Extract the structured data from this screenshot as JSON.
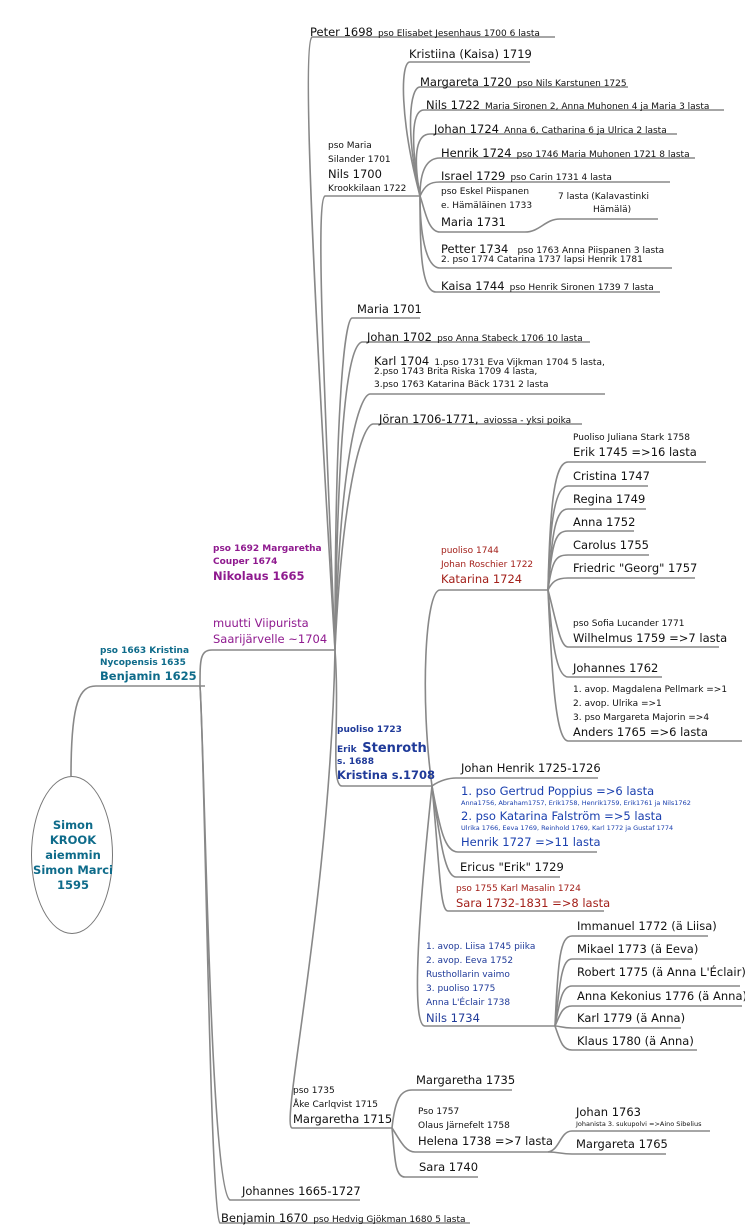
{
  "root": {
    "line1": "Simon",
    "line2": "KROOK",
    "line3": "aiemmin",
    "line4": "Simon Marci",
    "line5": "1595"
  },
  "benjamin": {
    "spouse1": "pso 1663 Kristina",
    "spouse2": "Nycopensis 1635",
    "name": "Benjamin 1625"
  },
  "nikolaus": {
    "spouse1": "pso 1692 Margaretha",
    "spouse2": "Couper 1674",
    "name": "Nikolaus 1665",
    "moved1": "muutti Viipurista",
    "moved2": "Saarijärvelle ~1704"
  },
  "peter": {
    "name": "Peter 1698",
    "note": "pso Elisabet Jesenhaus 1700 6 lasta"
  },
  "nils1700": {
    "spouse1": "pso Maria",
    "spouse2": "Silander 1701",
    "name": "Nils 1700",
    "place": "Krookkilaan 1722",
    "children": {
      "c1": "Kristiina (Kaisa) 1719",
      "c2_name": "Margareta 1720",
      "c2_note": "pso Nils Karstunen 1725",
      "c3_name": "Nils 1722",
      "c3_note": "Maria Sironen 2, Anna Muhonen 4 ja Maria 3 lasta",
      "c4_name": "Johan 1724",
      "c4_note": "Anna 6, Catharina 6 ja Ulrica 2 lasta",
      "c5_name": "Henrik 1724",
      "c5_note": "pso 1746 Maria Muhonen 1721 8 lasta",
      "c6_name": "Israel 1729",
      "c6_note": "pso Carin 1731 4 lasta",
      "c7_sp1": "pso Eskel Piispanen",
      "c7_sp2": "e. Hämäläinen 1733",
      "c7_name": "Maria 1731",
      "c7_kids1": "7 lasta (Kalavastinki",
      "c7_kids2": "Hämälä)",
      "c8_name": "Petter 1734",
      "c8_note1": "pso 1763 Anna Piispanen 3 lasta",
      "c8_note2": "2. pso 1774 Catarina 1737 lapsi Henrik 1781",
      "c9_name": "Kaisa 1744",
      "c9_note": "pso Henrik Sironen 1739 7 lasta"
    }
  },
  "maria1701": "Maria 1701",
  "johan1702": {
    "name": "Johan 1702",
    "note": "pso Anna Stabeck 1706 10 lasta"
  },
  "karl1704": {
    "name": "Karl 1704",
    "note1": "1.pso 1731 Eva Vijkman 1704 5 lasta,",
    "note2": "2.pso 1743 Brita Riska 1709 4 lasta,",
    "note3": "3.pso 1763 Katarina Bäck 1731 2 lasta"
  },
  "joran": {
    "name": "Jöran 1706-1771,",
    "note": "aviossa - yksi poika"
  },
  "kristina1708": {
    "sp1": "puoliso 1723",
    "sp2a": "Erik",
    "sp2b": "Stenroth",
    "sp3": "s. 1688",
    "name": "Kristina s.1708"
  },
  "katarina1724": {
    "sp1": "puoliso 1744",
    "sp2": "Johan Roschier 1722",
    "name": "Katarina 1724",
    "children": {
      "erik_sp": "Puoliso Juliana Stark 1758",
      "erik": "Erik 1745 =>16 lasta",
      "cristina": "Cristina 1747",
      "regina": "Regina 1749",
      "anna": "Anna 1752",
      "carolus": "Carolus 1755",
      "friedric": "Friedric \"Georg\" 1757",
      "wilhelmus_sp": "pso Sofia Lucander 1771",
      "wilhelmus": "Wilhelmus 1759 =>7 lasta",
      "johannes": "Johannes 1762",
      "anders_sp1": "1. avop. Magdalena Pellmark =>1",
      "anders_sp2": "2. avop. Ulrika =>1",
      "anders_sp3": "3. pso Margareta Majorin =>4",
      "anders": "Anders 1765 =>6 lasta"
    }
  },
  "johan_henrik": "Johan Henrik 1725-1726",
  "henrik1727": {
    "sp1": "1. pso Gertrud Poppius =>6 lasta",
    "kids1": "Anna1756, Abraham1757, Erik1758, Henrik1759, Erik1761 ja Nils1762",
    "sp2": "2. pso Katarina Falström =>5 lasta",
    "kids2": "Ulrika 1766, Eeva 1769, Reinhold 1769, Karl 1772 ja Gustaf 1774",
    "name": "Henrik 1727 =>11 lasta"
  },
  "ericus": "Ericus \"Erik\" 1729",
  "sara1732": {
    "sp": "pso 1755 Karl Masalin 1724",
    "name": "Sara 1732-1831 =>8 lasta"
  },
  "nils1734": {
    "sp1": "1. avop. Liisa 1745 piika",
    "sp2": "2. avop. Eeva 1752",
    "sp3": "Rusthollarin vaimo",
    "sp4": "3. puoliso 1775",
    "sp5": "Anna L'Éclair 1738",
    "name": "Nils 1734",
    "children": {
      "c1": "Immanuel 1772 (ä Liisa)",
      "c2": "Mikael 1773 (ä Eeva)",
      "c3": "Robert 1775 (ä Anna L'Éclair)",
      "c4": "Anna Kekonius 1776 (ä Anna)",
      "c5": "Karl 1779 (ä Anna)",
      "c6": "Klaus 1780  (ä Anna)"
    }
  },
  "margaretha1715": {
    "sp1": "pso 1735",
    "sp2": "Åke Carlqvist 1715",
    "name": "Margaretha 1715",
    "children": {
      "margaretha1735": "Margaretha 1735",
      "helena_sp1": "Pso 1757",
      "helena_sp2": "Olaus Järnefelt 1758",
      "helena": "Helena 1738 =>7 lasta",
      "johan1763": "Johan 1763",
      "johan1763_note": "Johanista 3. sukupolvi =>Aino Sibelius",
      "margareta1765": "Margareta 1765",
      "sara1740": "Sara 1740"
    }
  },
  "johannes1665": "Johannes 1665-1727",
  "benjamin1670": {
    "name": "Benjamin 1670",
    "note": "pso Hedvig Gjökman 1680 5 lasta"
  }
}
